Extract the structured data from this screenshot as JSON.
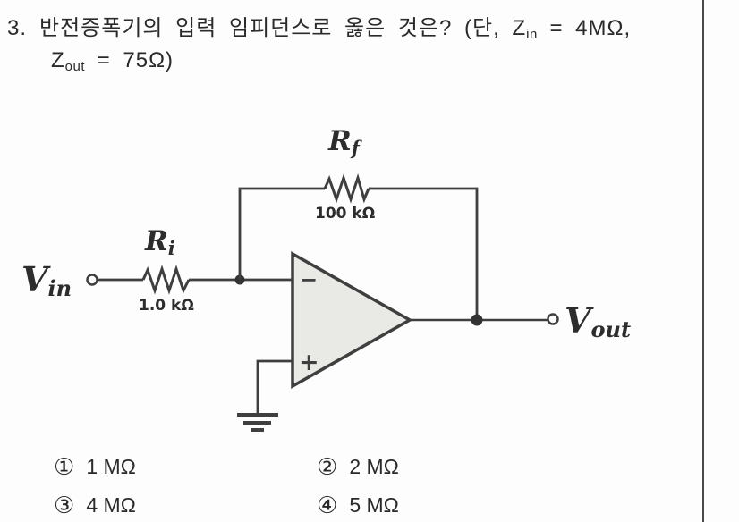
{
  "question": {
    "number": "3.",
    "line1_pre": "반전증폭기의 입력 임피던스로 옳은 것은? (단, Z",
    "line1_sub": "in",
    "line1_post": " = 4MΩ,",
    "line2_base": "Z",
    "line2_sub": "out",
    "line2_post": " = 75Ω)"
  },
  "circuit": {
    "vin_base": "V",
    "vin_sub": "in",
    "vout_base": "V",
    "vout_sub": "out",
    "ri_base": "R",
    "ri_sub": "i",
    "ri_value": "1.0 kΩ",
    "rf_base": "R",
    "rf_sub": "f",
    "rf_value": "100 kΩ",
    "opamp_minus": "−",
    "opamp_plus": "+"
  },
  "choices": [
    {
      "marker": "①",
      "text": "1 MΩ"
    },
    {
      "marker": "②",
      "text": "2 MΩ"
    },
    {
      "marker": "③",
      "text": "4 MΩ"
    },
    {
      "marker": "④",
      "text": "5 MΩ"
    }
  ],
  "colors": {
    "ink": "#2a2a2a",
    "wire": "#3f3f3f",
    "opamp_fill": "#e9e9e6",
    "background": "#fdfdfd"
  }
}
